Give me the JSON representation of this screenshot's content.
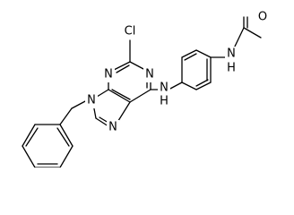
{
  "molecule": {
    "atoms": {
      "o": "O",
      "nh_amide": "N",
      "h_amide": "H",
      "cl": "Cl",
      "n1": "N",
      "n3": "N",
      "n9": "N",
      "n7": "N",
      "nh_amine": "N",
      "h_amine": "H"
    }
  }
}
